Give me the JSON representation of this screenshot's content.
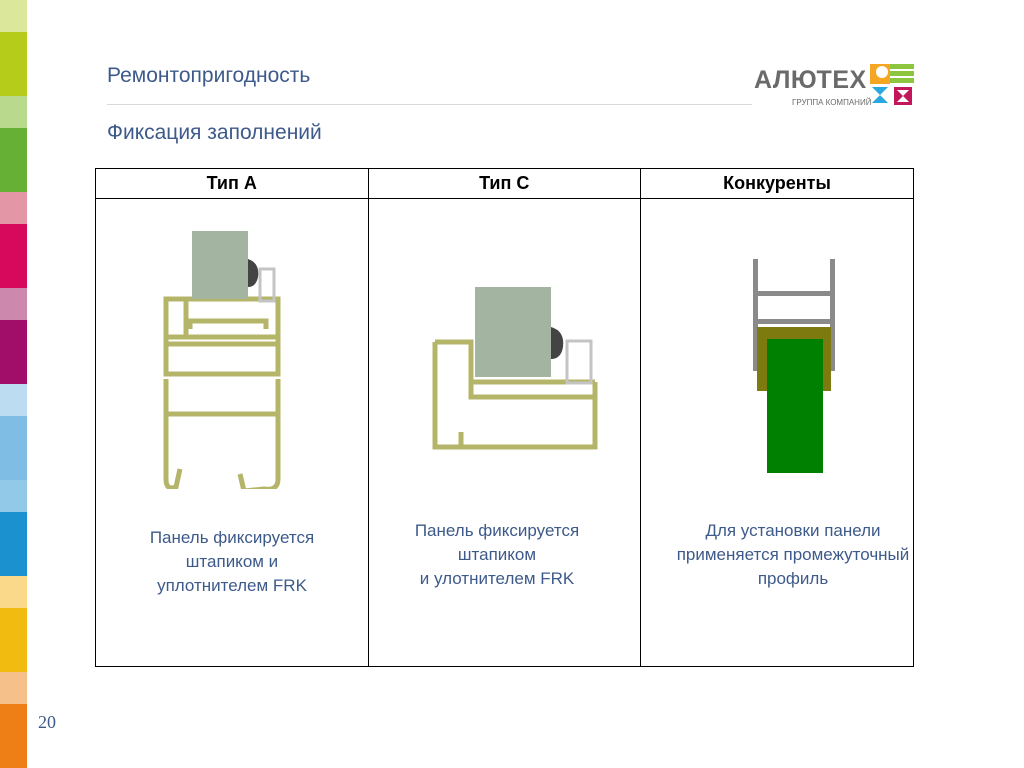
{
  "header": {
    "title": "Ремонтопригодность",
    "subtitle": "Фиксация заполнений"
  },
  "logo": {
    "name": "АЛЮТЕХ",
    "tagline": "ГРУППА КОМПАНИЙ"
  },
  "table": {
    "columns": [
      "Тип А",
      "Тип С",
      "Конкуренты"
    ],
    "captions": [
      [
        "Панель фиксируется",
        "штапиком и",
        "уплотнителем FRK"
      ],
      [
        "Панель фиксируется",
        "штапиком",
        "и улотнителем FRK"
      ],
      [
        "Для  установки панели",
        "применяется промежуточный",
        "профиль"
      ]
    ]
  },
  "page_number": "20",
  "colors": {
    "text_blue": "#3d5a8a",
    "profile_olive": "#b5b56a",
    "panel_grey_green": "#a3b5a0",
    "competitor_green": "#008000",
    "competitor_olive": "#7d7a10",
    "competitor_grey": "#8a8a8a"
  }
}
